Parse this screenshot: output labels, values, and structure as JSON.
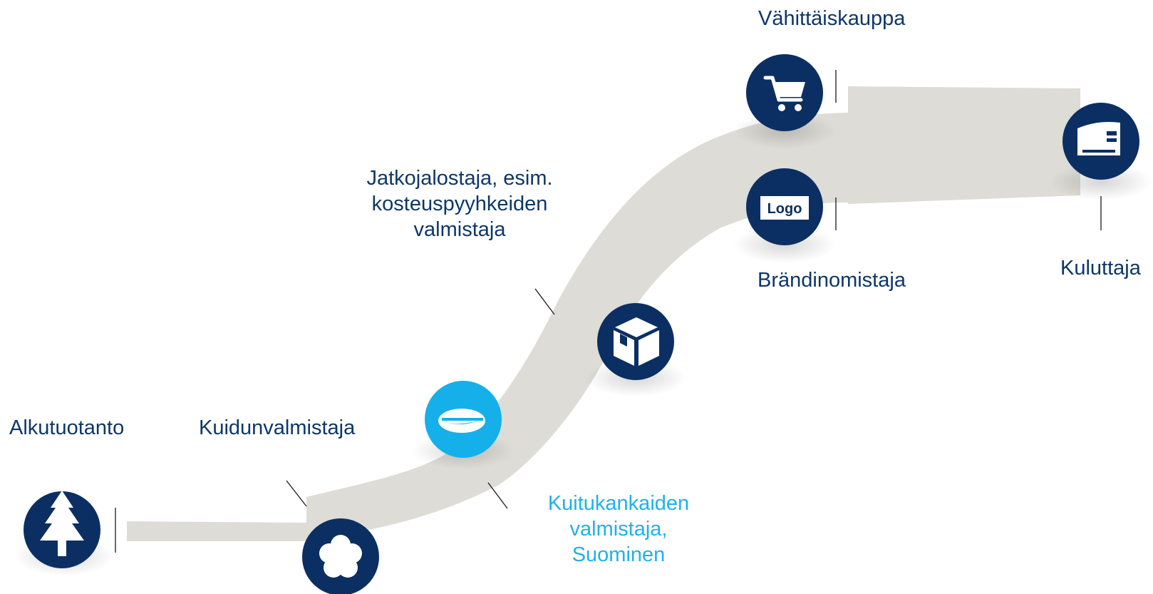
{
  "colors": {
    "navy": "#0b2f63",
    "accent": "#15b0ea",
    "path": "#dddcd6",
    "tick": "#1a1a1a",
    "label": "#0d3768",
    "label_accent": "#1fb1ea"
  },
  "nodes": {
    "alkutuotanto": {
      "label": "Alkutuotanto",
      "icon": "tree-icon"
    },
    "kuidunvalmistaja": {
      "label": "Kuidunvalmistaja",
      "icon": "flower-icon"
    },
    "suominen": {
      "label_lines": [
        "Kuitukankaiden",
        "valmistaja,",
        "Suominen"
      ],
      "icon": "suominen-logo-icon"
    },
    "jatkojalostaja": {
      "label_lines": [
        "Jatkojalostaja, esim.",
        "kosteuspyyhkeiden",
        "valmistaja"
      ],
      "icon": "box-icon"
    },
    "vahittaiskauppa": {
      "label": "Vähittäiskauppa",
      "icon": "cart-icon"
    },
    "brandinomistaja": {
      "label": "Brändinomistaja",
      "icon": "logo-icon",
      "badge_text": "Logo"
    },
    "kuluttaja": {
      "label": "Kuluttaja",
      "icon": "wipes-pack-icon"
    }
  }
}
